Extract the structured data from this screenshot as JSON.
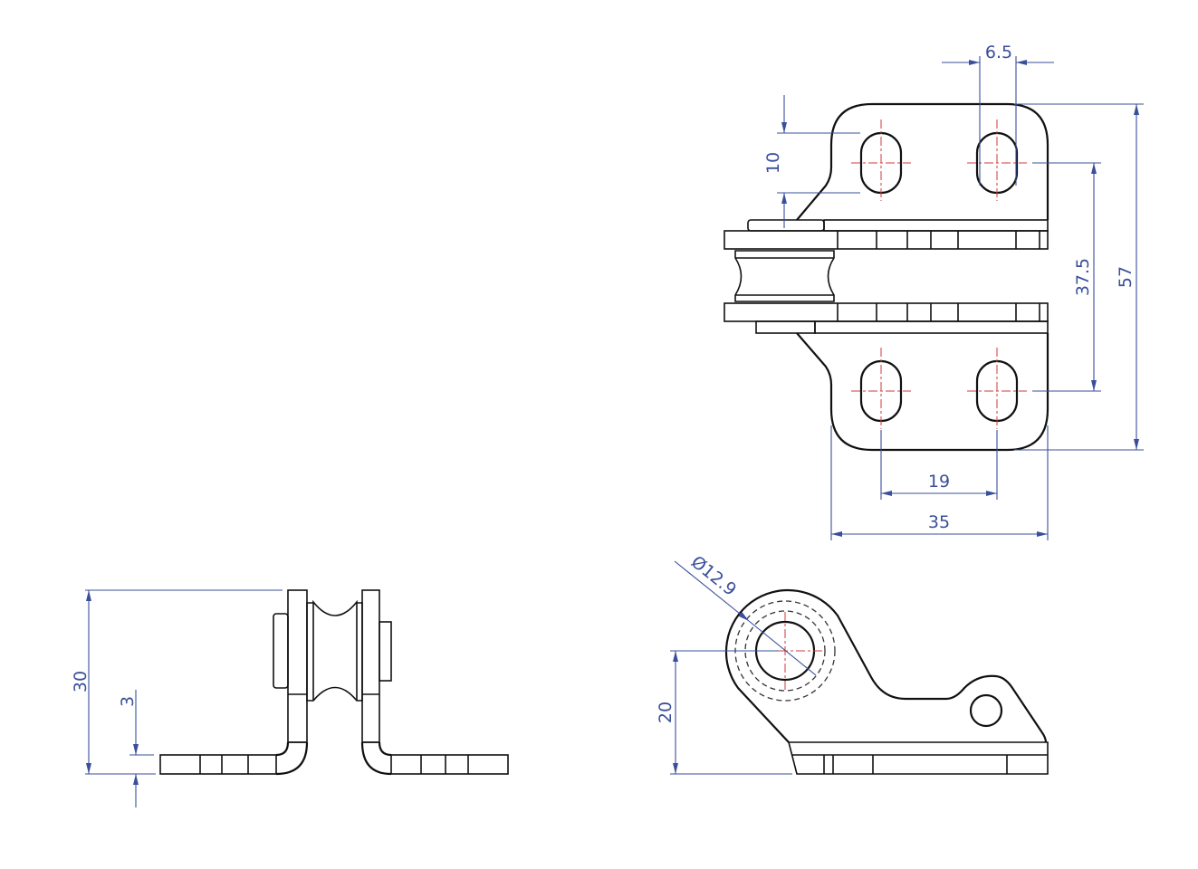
{
  "dimensions": {
    "slot_width": "6.5",
    "slot_length": "10",
    "hole_spacing_vertical": "37.5",
    "overall_height": "57",
    "hole_spacing_horizontal": "19",
    "overall_width": "35",
    "side_height": "30",
    "plate_thickness": "3",
    "pulley_diameter": "Ø12.9",
    "axle_height": "20"
  },
  "colors": {
    "dimension": "#3a4f9a",
    "centerline": "#d23a3a",
    "outline": "#111111"
  }
}
